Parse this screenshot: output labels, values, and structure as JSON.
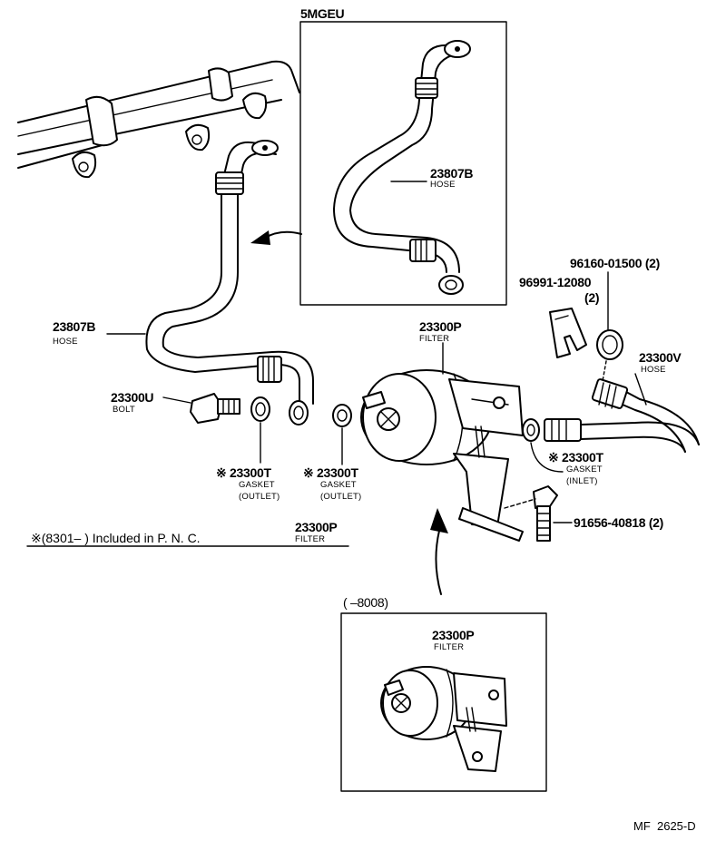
{
  "diagram_code": "MF  2625-D",
  "inset_top": {
    "title": "5MGEU",
    "part_number": "23807B",
    "part_name": "HOSE"
  },
  "inset_bottom": {
    "title": "(        –8008)",
    "part_number": "23300P",
    "part_name": "FILTER"
  },
  "callouts": [
    {
      "part_number": "23807B",
      "part_name": "HOSE"
    },
    {
      "part_number": "23300U",
      "part_name": "BOLT"
    },
    {
      "part_number": "※ 23300T",
      "part_name": "GASKET",
      "note": "(OUTLET)"
    },
    {
      "part_number": "※ 23300T",
      "part_name": "GASKET",
      "note": "(OUTLET)"
    },
    {
      "part_number": "23300P",
      "part_name": "FILTER"
    },
    {
      "part_number": "96991-12080",
      "qty": "(2)"
    },
    {
      "part_number": "96160-01500 (2)"
    },
    {
      "part_number": "23300V",
      "part_name": "HOSE"
    },
    {
      "part_number": "※ 23300T",
      "part_name": "GASKET",
      "note": "(INLET)"
    },
    {
      "part_number": "91656-40818 (2)"
    }
  ],
  "footnote": {
    "text": "※(8301–        ) Included in P. N. C.",
    "part_number": "23300P",
    "part_name": "FILTER"
  }
}
